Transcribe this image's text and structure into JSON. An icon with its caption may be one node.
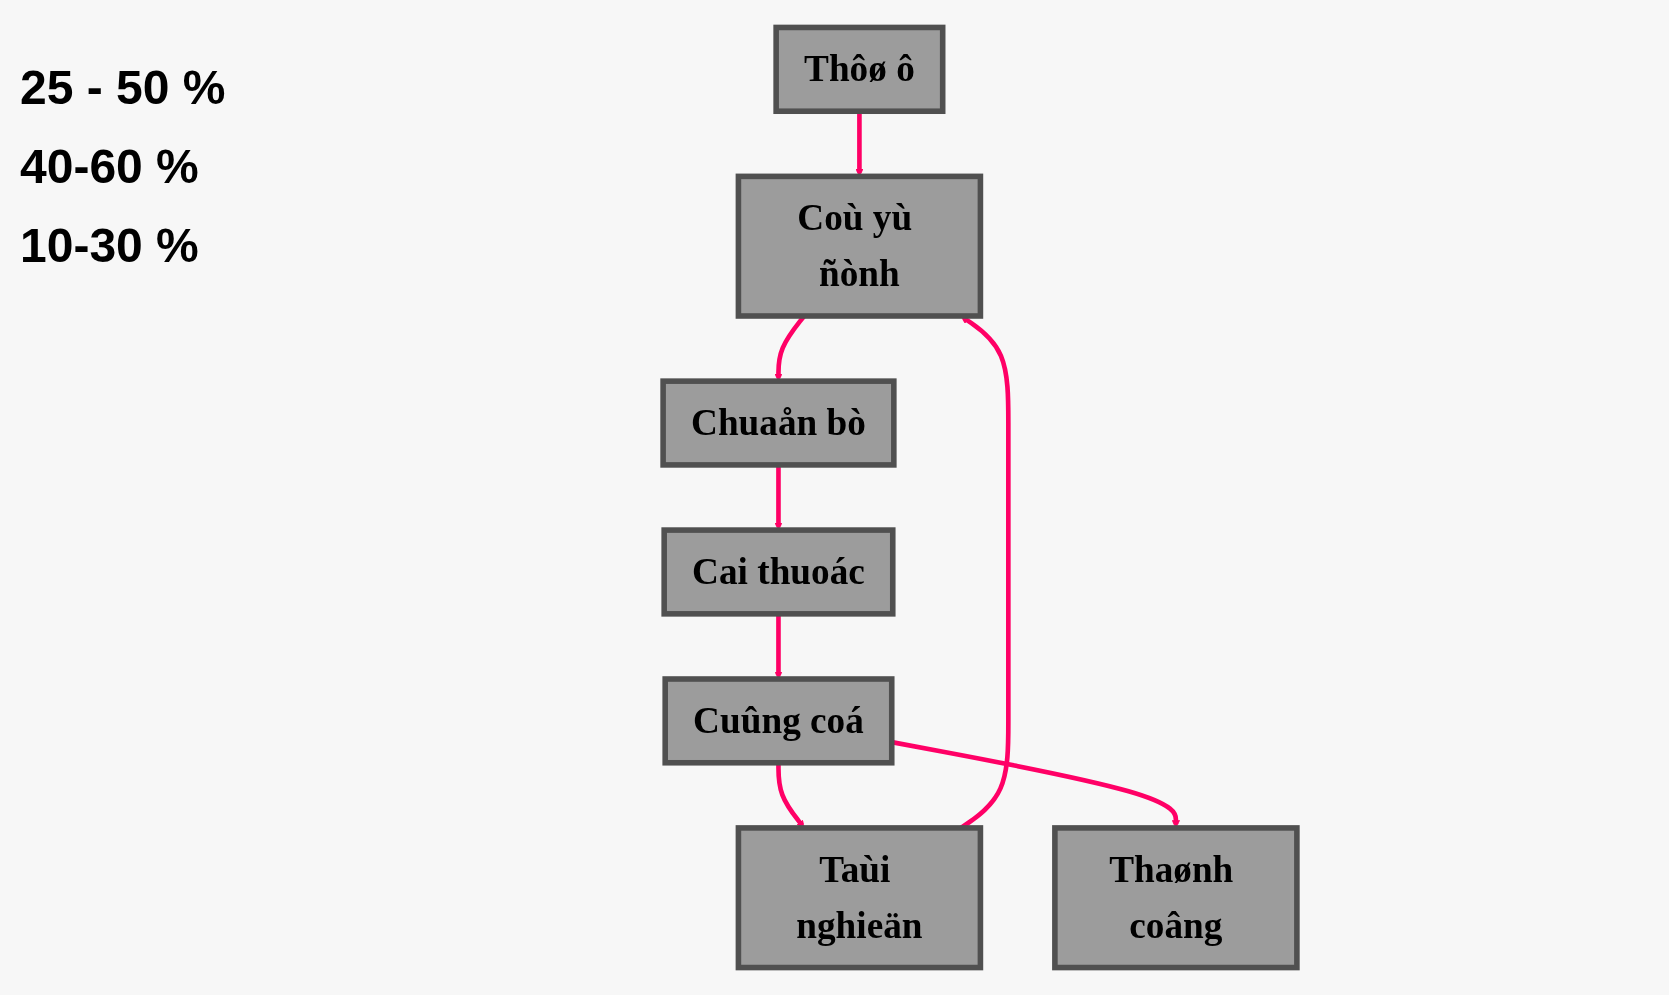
{
  "diagram": {
    "nodes": [
      {
        "text": [
          "Thaønh coâng"
        ]
      },
      {
        "text": [
          "Thôø ô"
        ]
      },
      {
        "text": [
          "Taùi nghieän"
        ]
      },
      {
        "text": [
          "Cuûng coá"
        ]
      },
      {
        "text": [
          "Coù yù ñònh"
        ]
      },
      {
        "text": [
          "Cai thuoác"
        ]
      },
      {
        "text": [
          "Chuaån bò"
        ]
      }
    ],
    "edges": [
      {
        "from": 1,
        "to": 4,
        "arrow": "to"
      },
      {
        "from": 2,
        "to": 4,
        "arrow": "to"
      },
      {
        "from": 4,
        "to": 6,
        "arrow": "to"
      },
      {
        "from": 6,
        "to": 5,
        "arrow": "to"
      },
      {
        "from": 5,
        "to": 3,
        "arrow": "to"
      },
      {
        "from": 3,
        "to": 2,
        "arrow": "to"
      },
      {
        "from": 3,
        "to": 0,
        "arrow": "to"
      }
    ],
    "labels": [
      "25 - 50 %",
      "40-60 %",
      "10-30 %"
    ]
  }
}
